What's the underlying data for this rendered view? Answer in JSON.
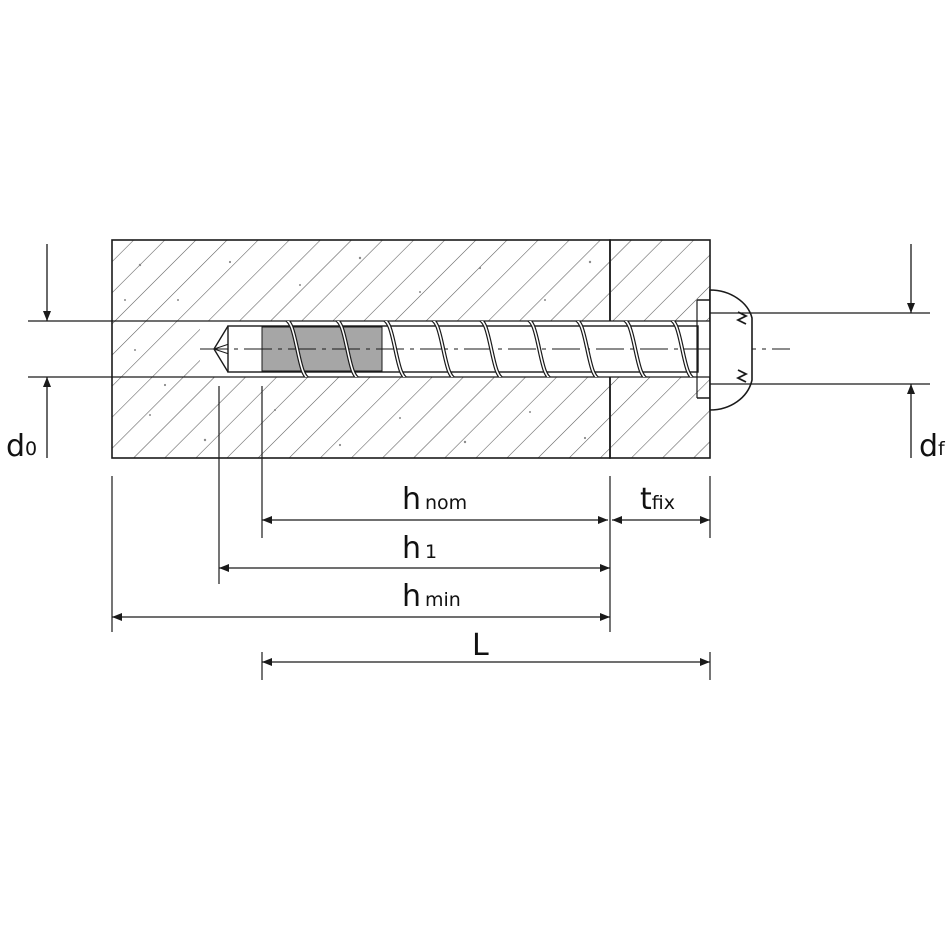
{
  "colors": {
    "line": "#1a1a1a",
    "hatch": "#555555",
    "tip": "#a6a6a6",
    "background": "#ffffff"
  },
  "labels": {
    "d0": {
      "main": "d",
      "sub": "0"
    },
    "df": {
      "main": "d",
      "sub": "f"
    },
    "hnom": {
      "main": "h",
      "sub": "nom"
    },
    "tfix": {
      "main": "t",
      "sub": "fix"
    },
    "h1": {
      "main": "h",
      "sub": "1"
    },
    "hmin": {
      "main": "h",
      "sub": "min"
    },
    "L": {
      "main": "L"
    }
  }
}
